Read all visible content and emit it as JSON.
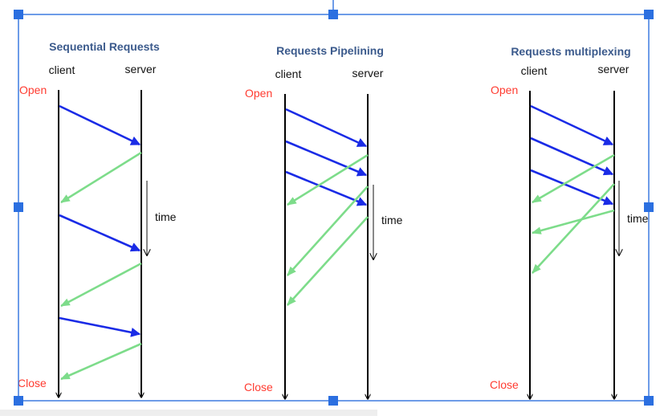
{
  "selection": {
    "frame_color": "#3d7be0",
    "handle_color": "#2b6fe0"
  },
  "colors": {
    "request_arrow": "#1a2be6",
    "response_arrow": "#7ddc8a",
    "lifeline": "#000000",
    "title": "#3b5a8c",
    "state_label": "#ff3b30"
  },
  "diagrams": [
    {
      "title": "Sequential Requests",
      "client_label": "client",
      "server_label": "server",
      "open_label": "Open",
      "close_label": "Close",
      "time_label": "time"
    },
    {
      "title": "Requests Pipelining",
      "client_label": "client",
      "server_label": "server",
      "open_label": "Open",
      "close_label": "Close",
      "time_label": "time"
    },
    {
      "title": "Requests multiplexing",
      "client_label": "client",
      "server_label": "server",
      "open_label": "Open",
      "close_label": "Close",
      "time_label": "time"
    }
  ]
}
